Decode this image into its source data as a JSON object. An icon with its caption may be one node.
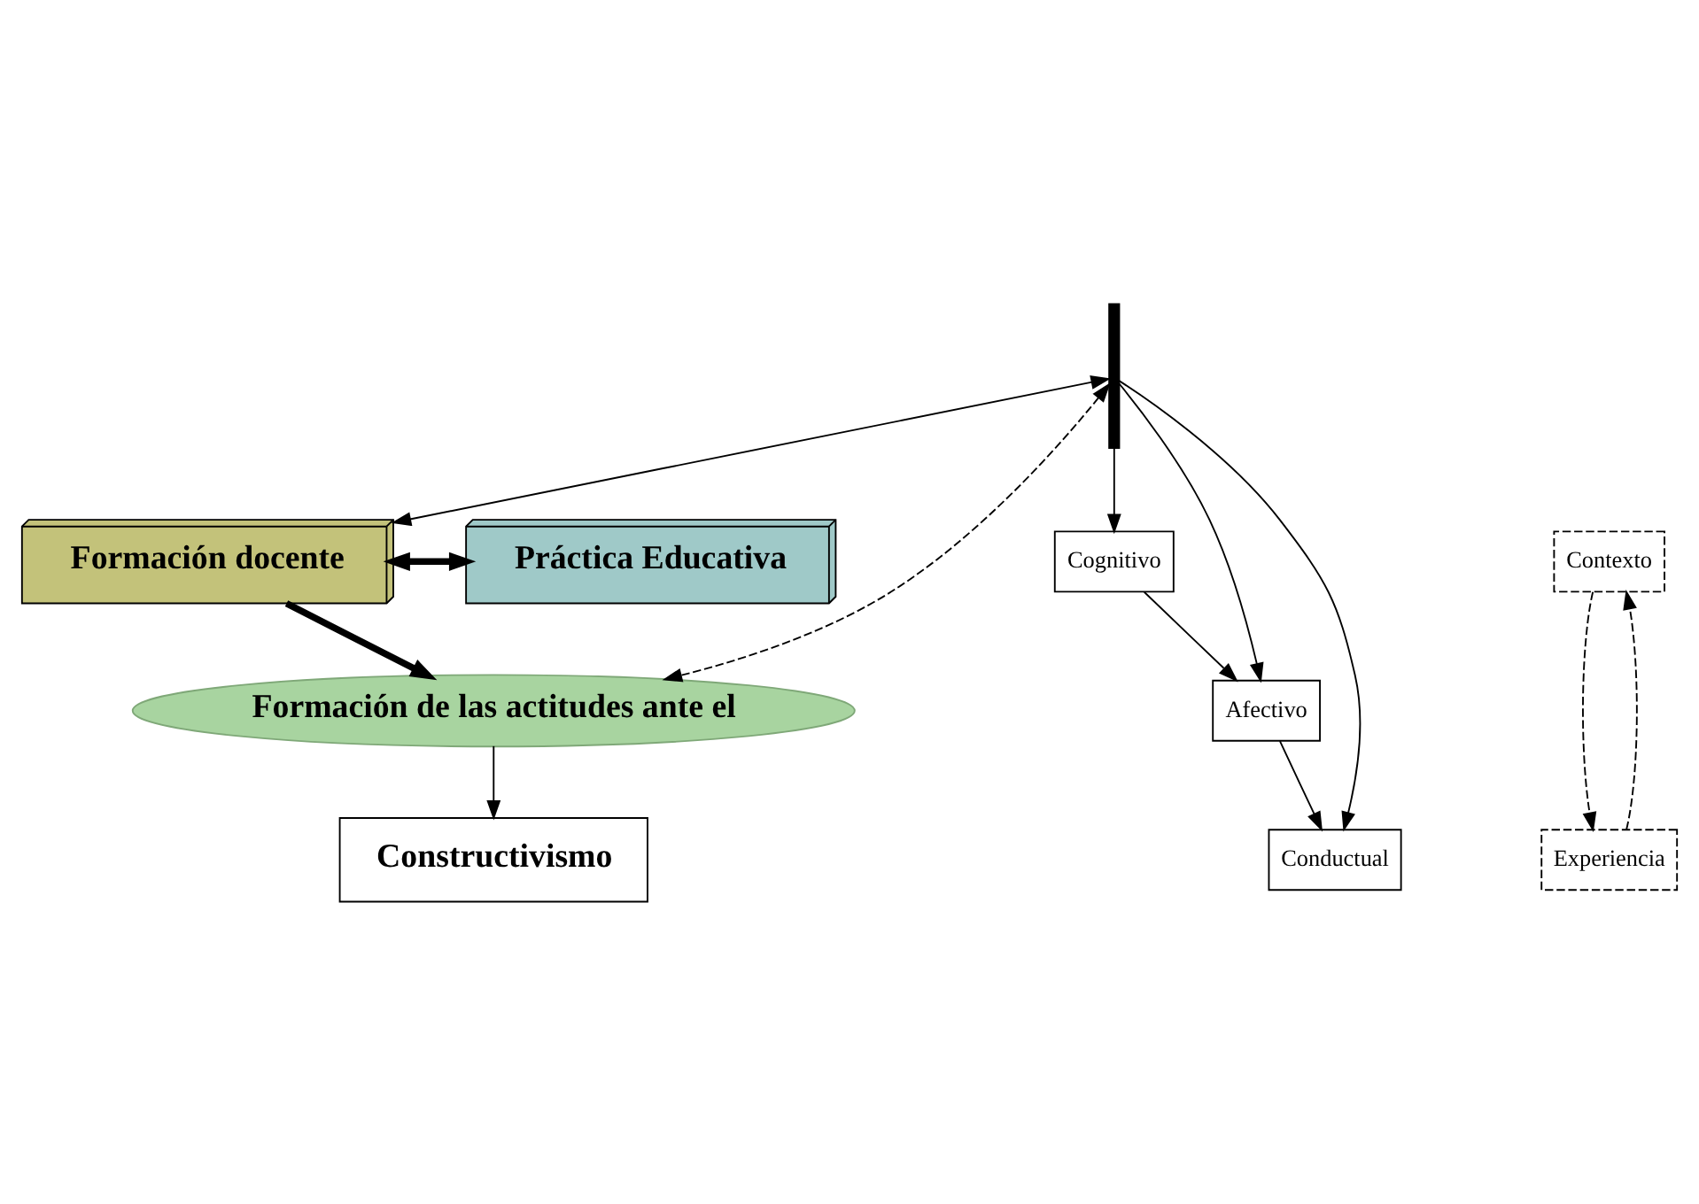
{
  "diagram": {
    "nodes": [
      {
        "text": [
          "Formación docente"
        ]
      },
      {
        "text": [
          "Práctica Educativa"
        ]
      },
      {
        "text": [
          "Cognitivo"
        ]
      },
      {
        "text": [
          "Afectivo"
        ]
      },
      {
        "text": [
          "Conductual"
        ]
      },
      {
        "text": [
          "Formación de las actitudes ante el"
        ]
      },
      {
        "text": [
          "Constructivismo"
        ]
      },
      {
        "text": [
          "Contexto"
        ]
      },
      {
        "text": [
          "Experiencia"
        ]
      },
      {
        "text": [],
        "shape": "bar"
      }
    ],
    "edges": [
      {
        "from": 0,
        "to": 1,
        "arrow": "both",
        "style": "thick"
      },
      {
        "from": 0,
        "to": 5,
        "arrow": "to",
        "style": "thick"
      },
      {
        "from": 9,
        "to": 0,
        "arrow": "both"
      },
      {
        "from": 9,
        "to": 2,
        "arrow": "to"
      },
      {
        "from": 9,
        "to": 3,
        "arrow": "to"
      },
      {
        "from": 9,
        "to": 4,
        "arrow": "to"
      },
      {
        "from": 9,
        "to": 5,
        "arrow": "both",
        "style": "dashed"
      },
      {
        "from": 2,
        "to": 3,
        "arrow": "to"
      },
      {
        "from": 3,
        "to": 4,
        "arrow": "to"
      },
      {
        "from": 5,
        "to": 6,
        "arrow": "to"
      },
      {
        "from": 8,
        "to": 7,
        "arrow": "to",
        "style": "dashed"
      },
      {
        "from": 7,
        "to": 8,
        "arrow": "to",
        "style": "dashed"
      }
    ]
  }
}
